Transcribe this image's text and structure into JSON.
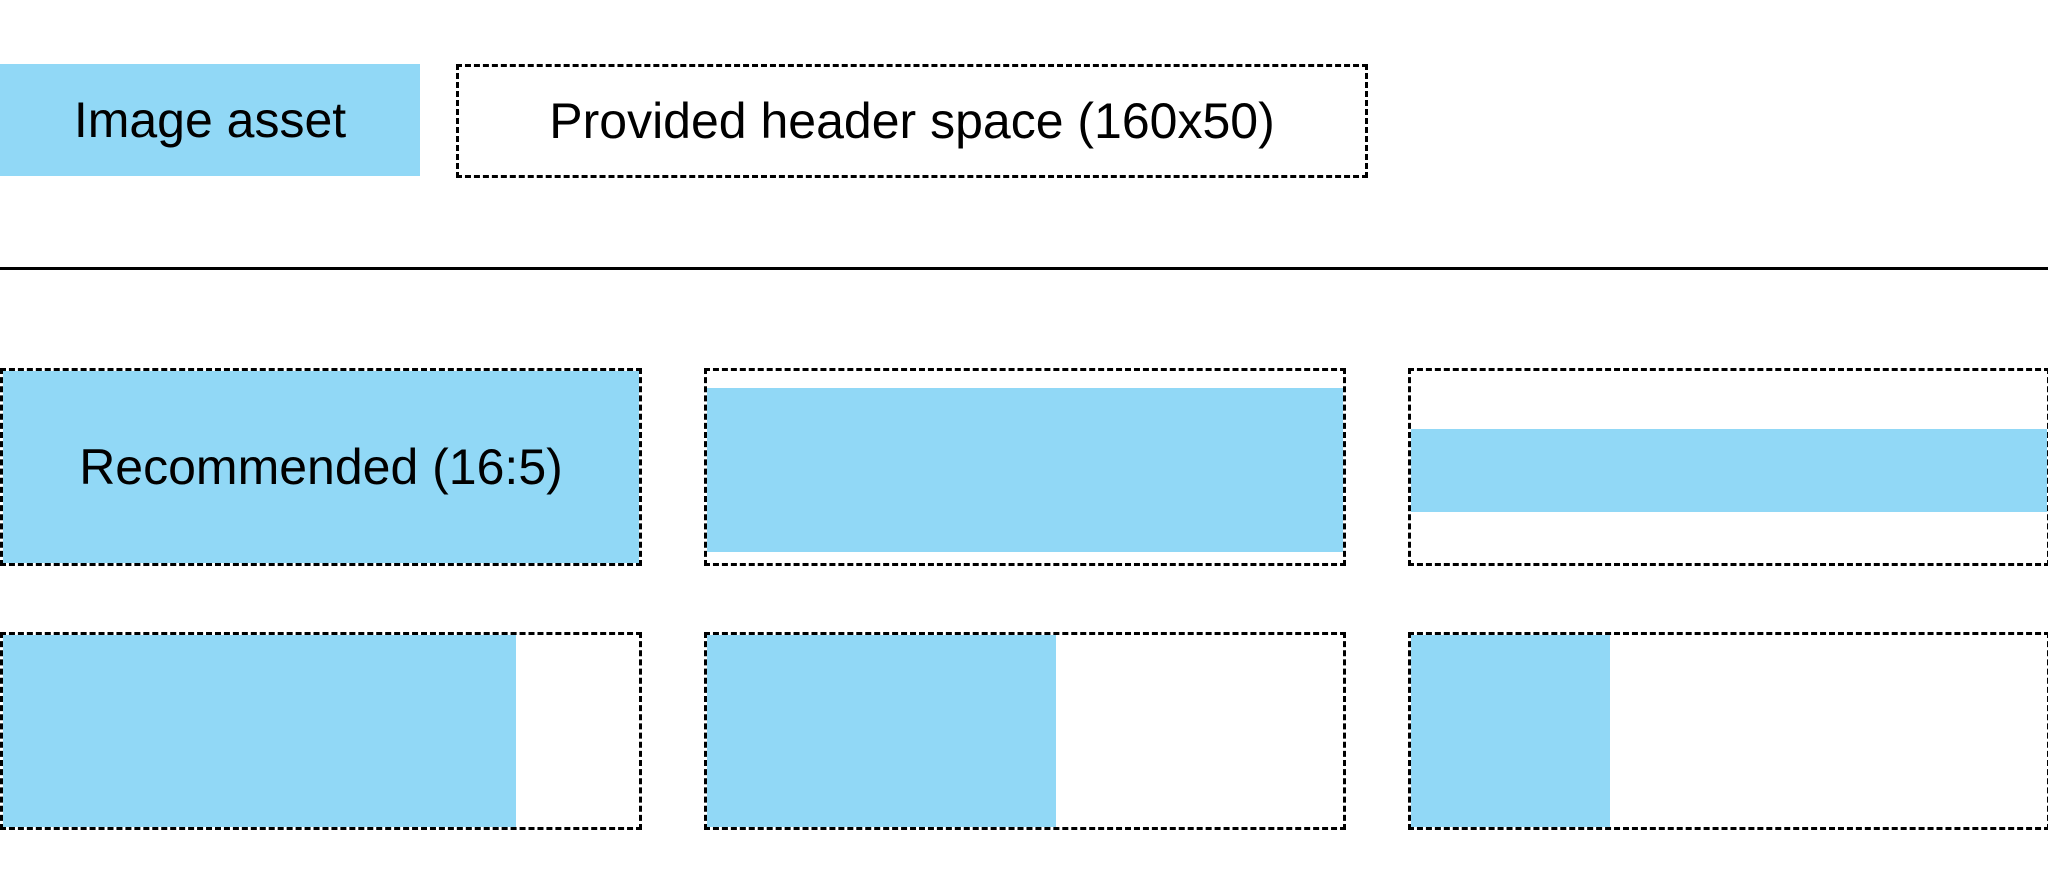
{
  "legend": {
    "asset_label": "Image asset",
    "space_label": "Provided header space (160x50)"
  },
  "colors": {
    "asset": "#91d8f6",
    "border": "#000000",
    "background": "#ffffff"
  },
  "examples": {
    "recommended_label": "Recommended (16:5)"
  }
}
